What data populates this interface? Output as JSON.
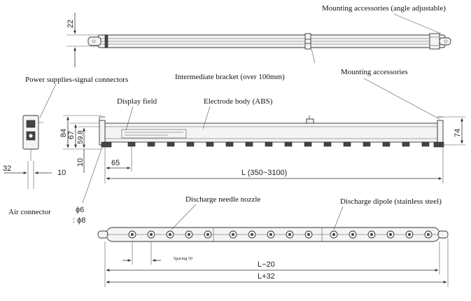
{
  "labels": {
    "mounting_angle": "Mounting accessories (angle adjustable)",
    "power_signal": "Power supplies-signal connectors",
    "intermediate_bracket": "Intermediate bracket (over 100mm)",
    "mounting": "Mounting accessories",
    "display_field": "Display field",
    "electrode_body": "Electrode body (ABS)",
    "air_connector": "Air connector",
    "needle_nozzle": "Discharge needle nozzle",
    "dipole": "Discharge dipole (stainless steel)",
    "spacing": "Spacing 50"
  },
  "dimensions": {
    "top_height": "22",
    "h84": "84",
    "h67": "67",
    "h59_8": "59.8",
    "h74": "74",
    "h10": "10",
    "w65": "65",
    "length": "L (350~3100)",
    "w32": "32",
    "w10": "10",
    "phi6": "ϕ6",
    "phi8": ": ϕ8",
    "l_minus": "L−20",
    "l_plus": "L+32"
  }
}
